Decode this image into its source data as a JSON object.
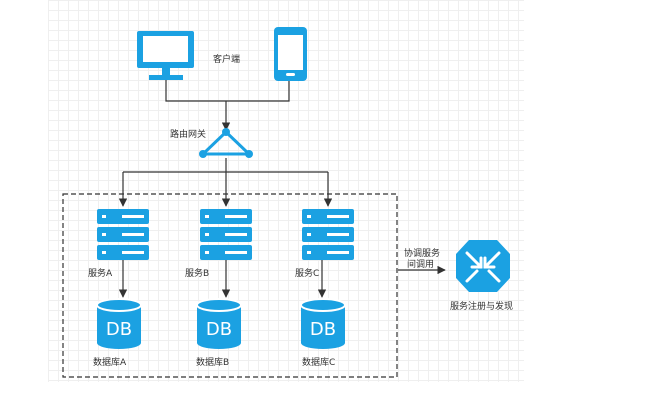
{
  "client_label": "客户端",
  "gateway_label": "路由网关",
  "coordination_label_line1": "协调服务",
  "coordination_label_line2": "间调用",
  "registry_label": "服务注册与发现",
  "services": [
    {
      "name": "服务A",
      "db_label": "DB",
      "db_name": "数据库A"
    },
    {
      "name": "服务B",
      "db_label": "DB",
      "db_name": "数据库B"
    },
    {
      "name": "服务C",
      "db_label": "DB",
      "db_name": "数据库C"
    }
  ],
  "colors": {
    "accent": "#1ba1e2",
    "line": "#333333",
    "text": "#333333"
  },
  "icons": [
    "monitor-icon",
    "phone-icon",
    "gateway-icon",
    "server-icon",
    "database-icon",
    "registry-icon"
  ]
}
